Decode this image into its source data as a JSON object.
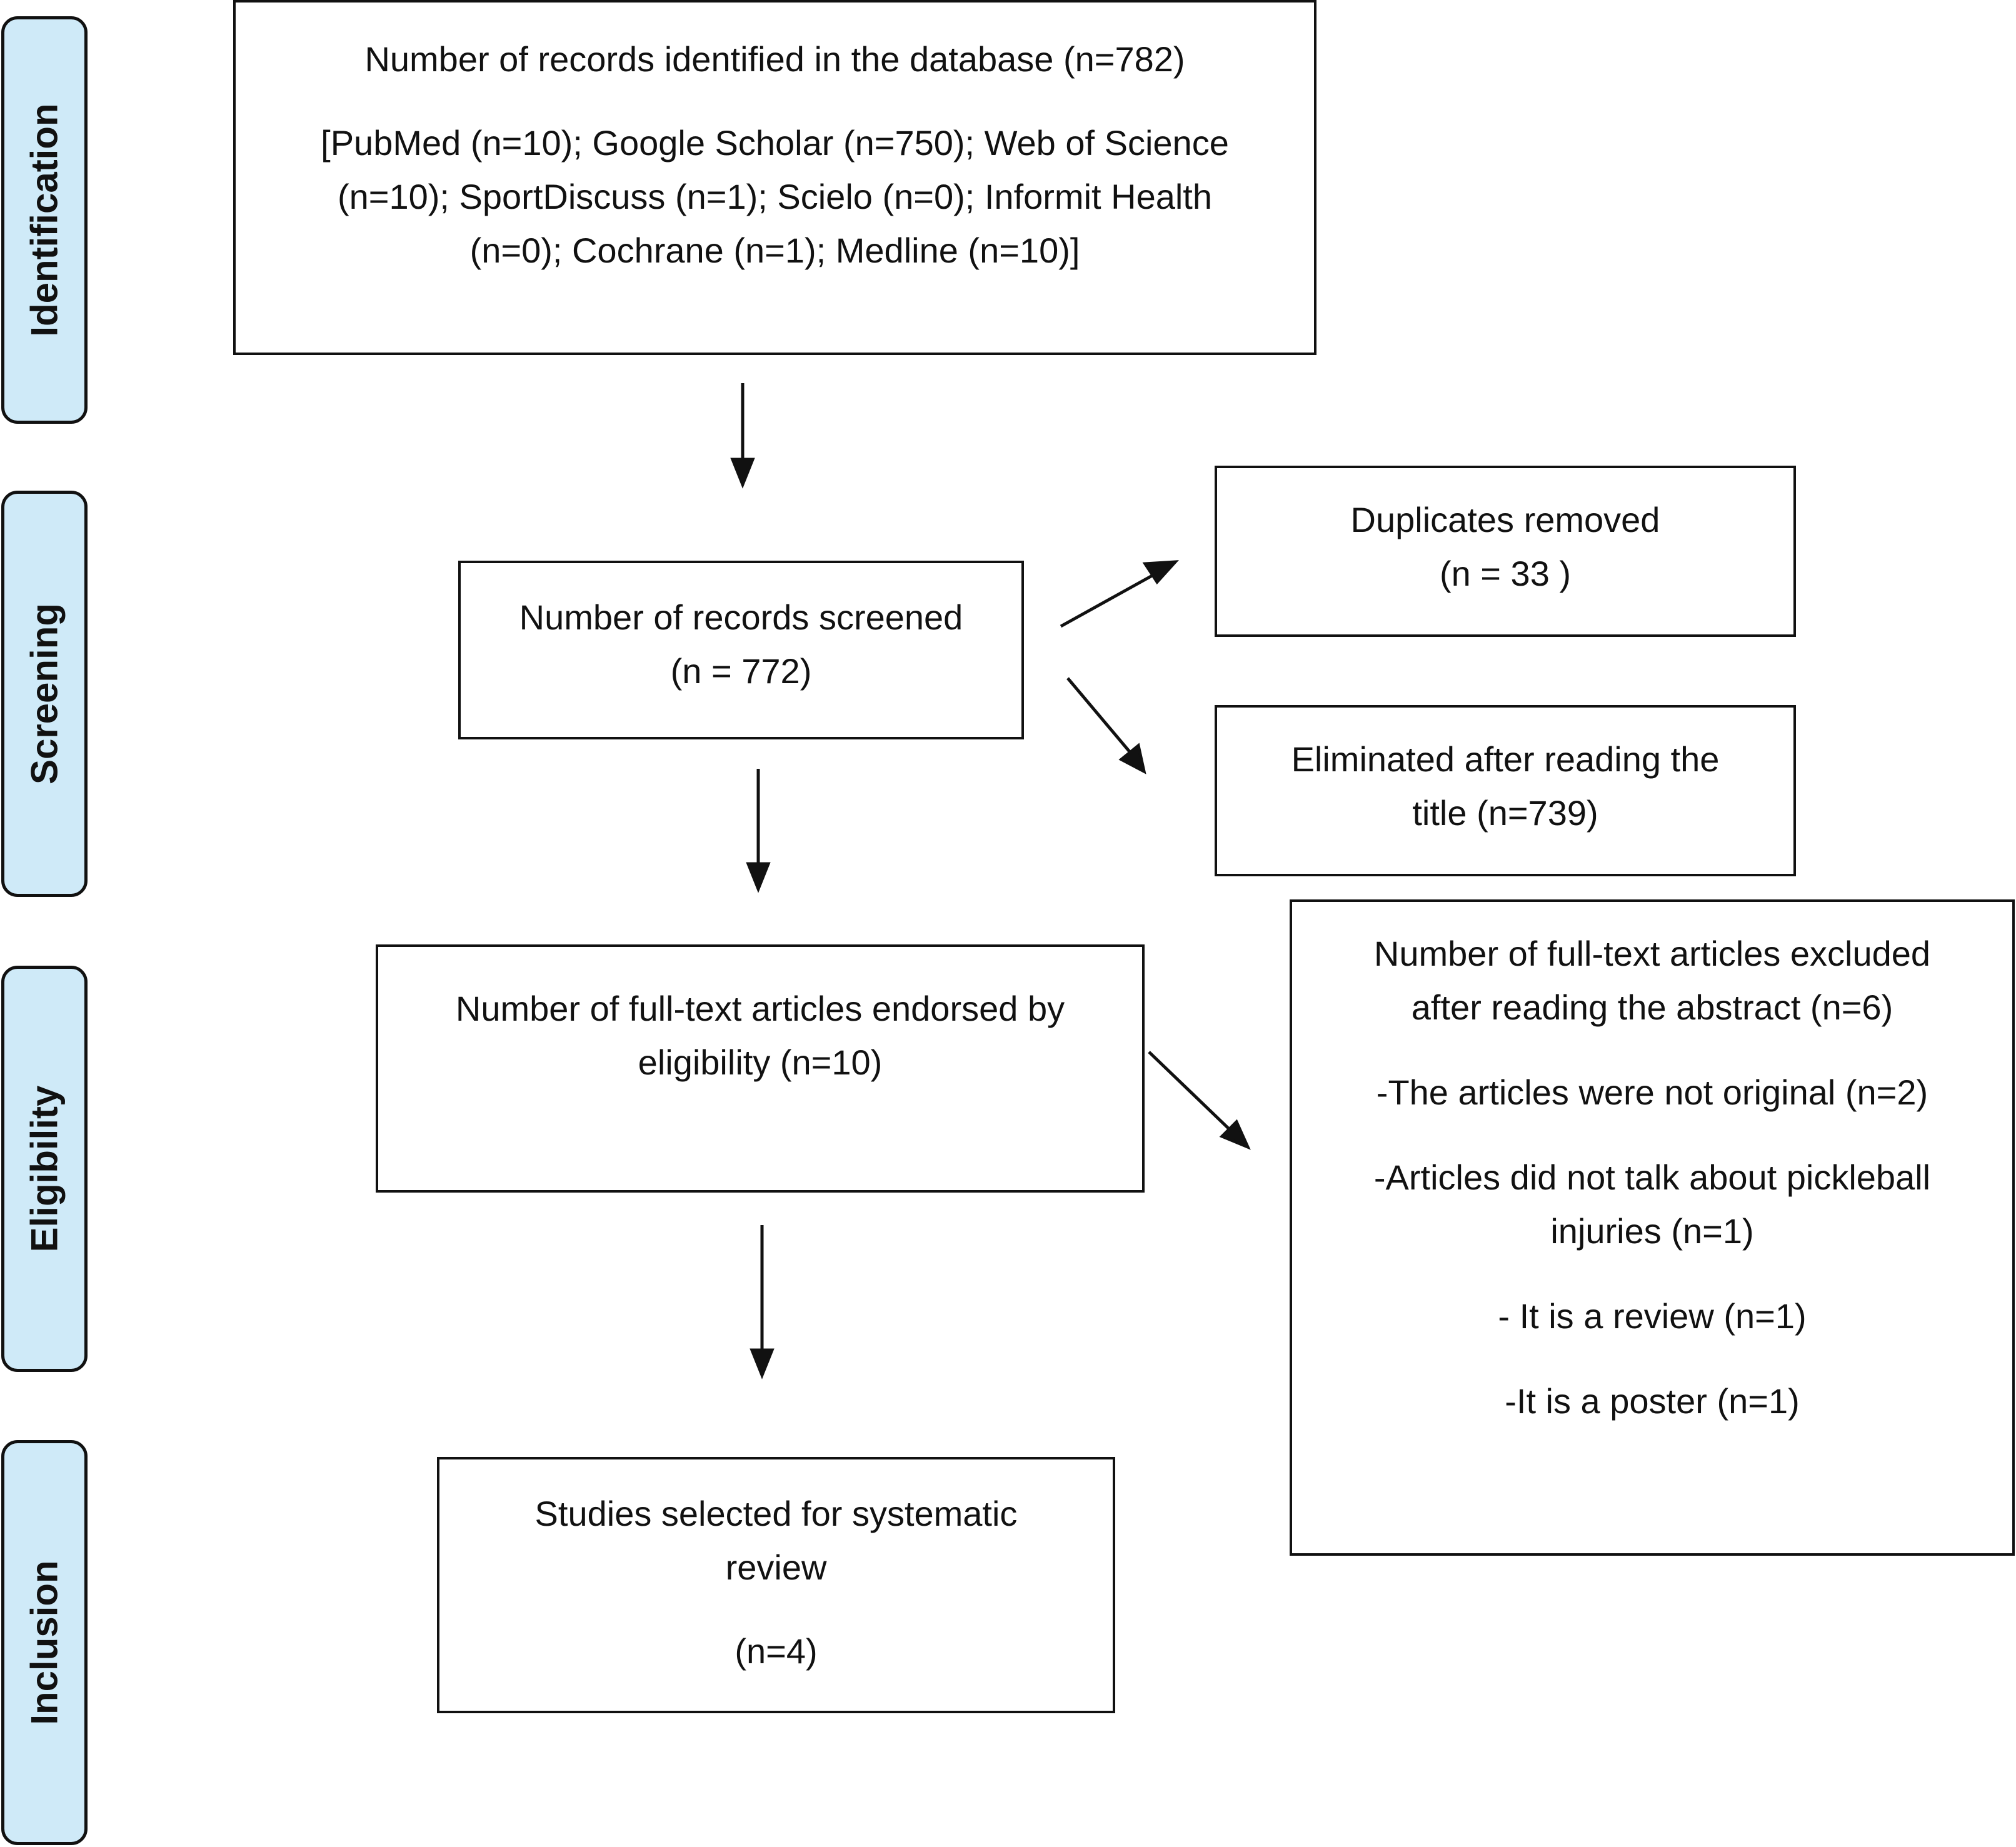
{
  "phases": [
    "Identification",
    "Screening",
    "Eligibility",
    "Inclusion"
  ],
  "identification": {
    "line1": "Number of records identified in the database (n=782)",
    "sources": [
      "[PubMed (n=10); Google Scholar (n=750); Web of Science",
      "(n=10); SportDiscuss (n=1); Scielo (n=0); Informit Health",
      "(n=0); Cochrane (n=1); Medline (n=10)]"
    ]
  },
  "screened": {
    "line1": "Number of records screened",
    "line2": "(n = 772)"
  },
  "duplicates": {
    "line1": "Duplicates removed",
    "line2": "(n = 33 )"
  },
  "eliminated": {
    "line1": "Eliminated after reading the",
    "line2": "title (n=739)"
  },
  "eligibility": {
    "line1": "Number of full-text articles endorsed by",
    "line2": "eligibility (n=10)"
  },
  "excluded": {
    "title1": "Number of full-text articles excluded",
    "title2": "after reading the abstract (n=6)",
    "reason1": "-The articles were not original (n=2)",
    "reason2a": "-Articles did not talk about pickleball",
    "reason2b": "injuries (n=1)",
    "reason3": "- It is a review (n=1)",
    "reason4": "-It is a poster (n=1)"
  },
  "inclusion": {
    "line1": "Studies selected for systematic",
    "line2": "review",
    "line3": "(n=4)"
  }
}
